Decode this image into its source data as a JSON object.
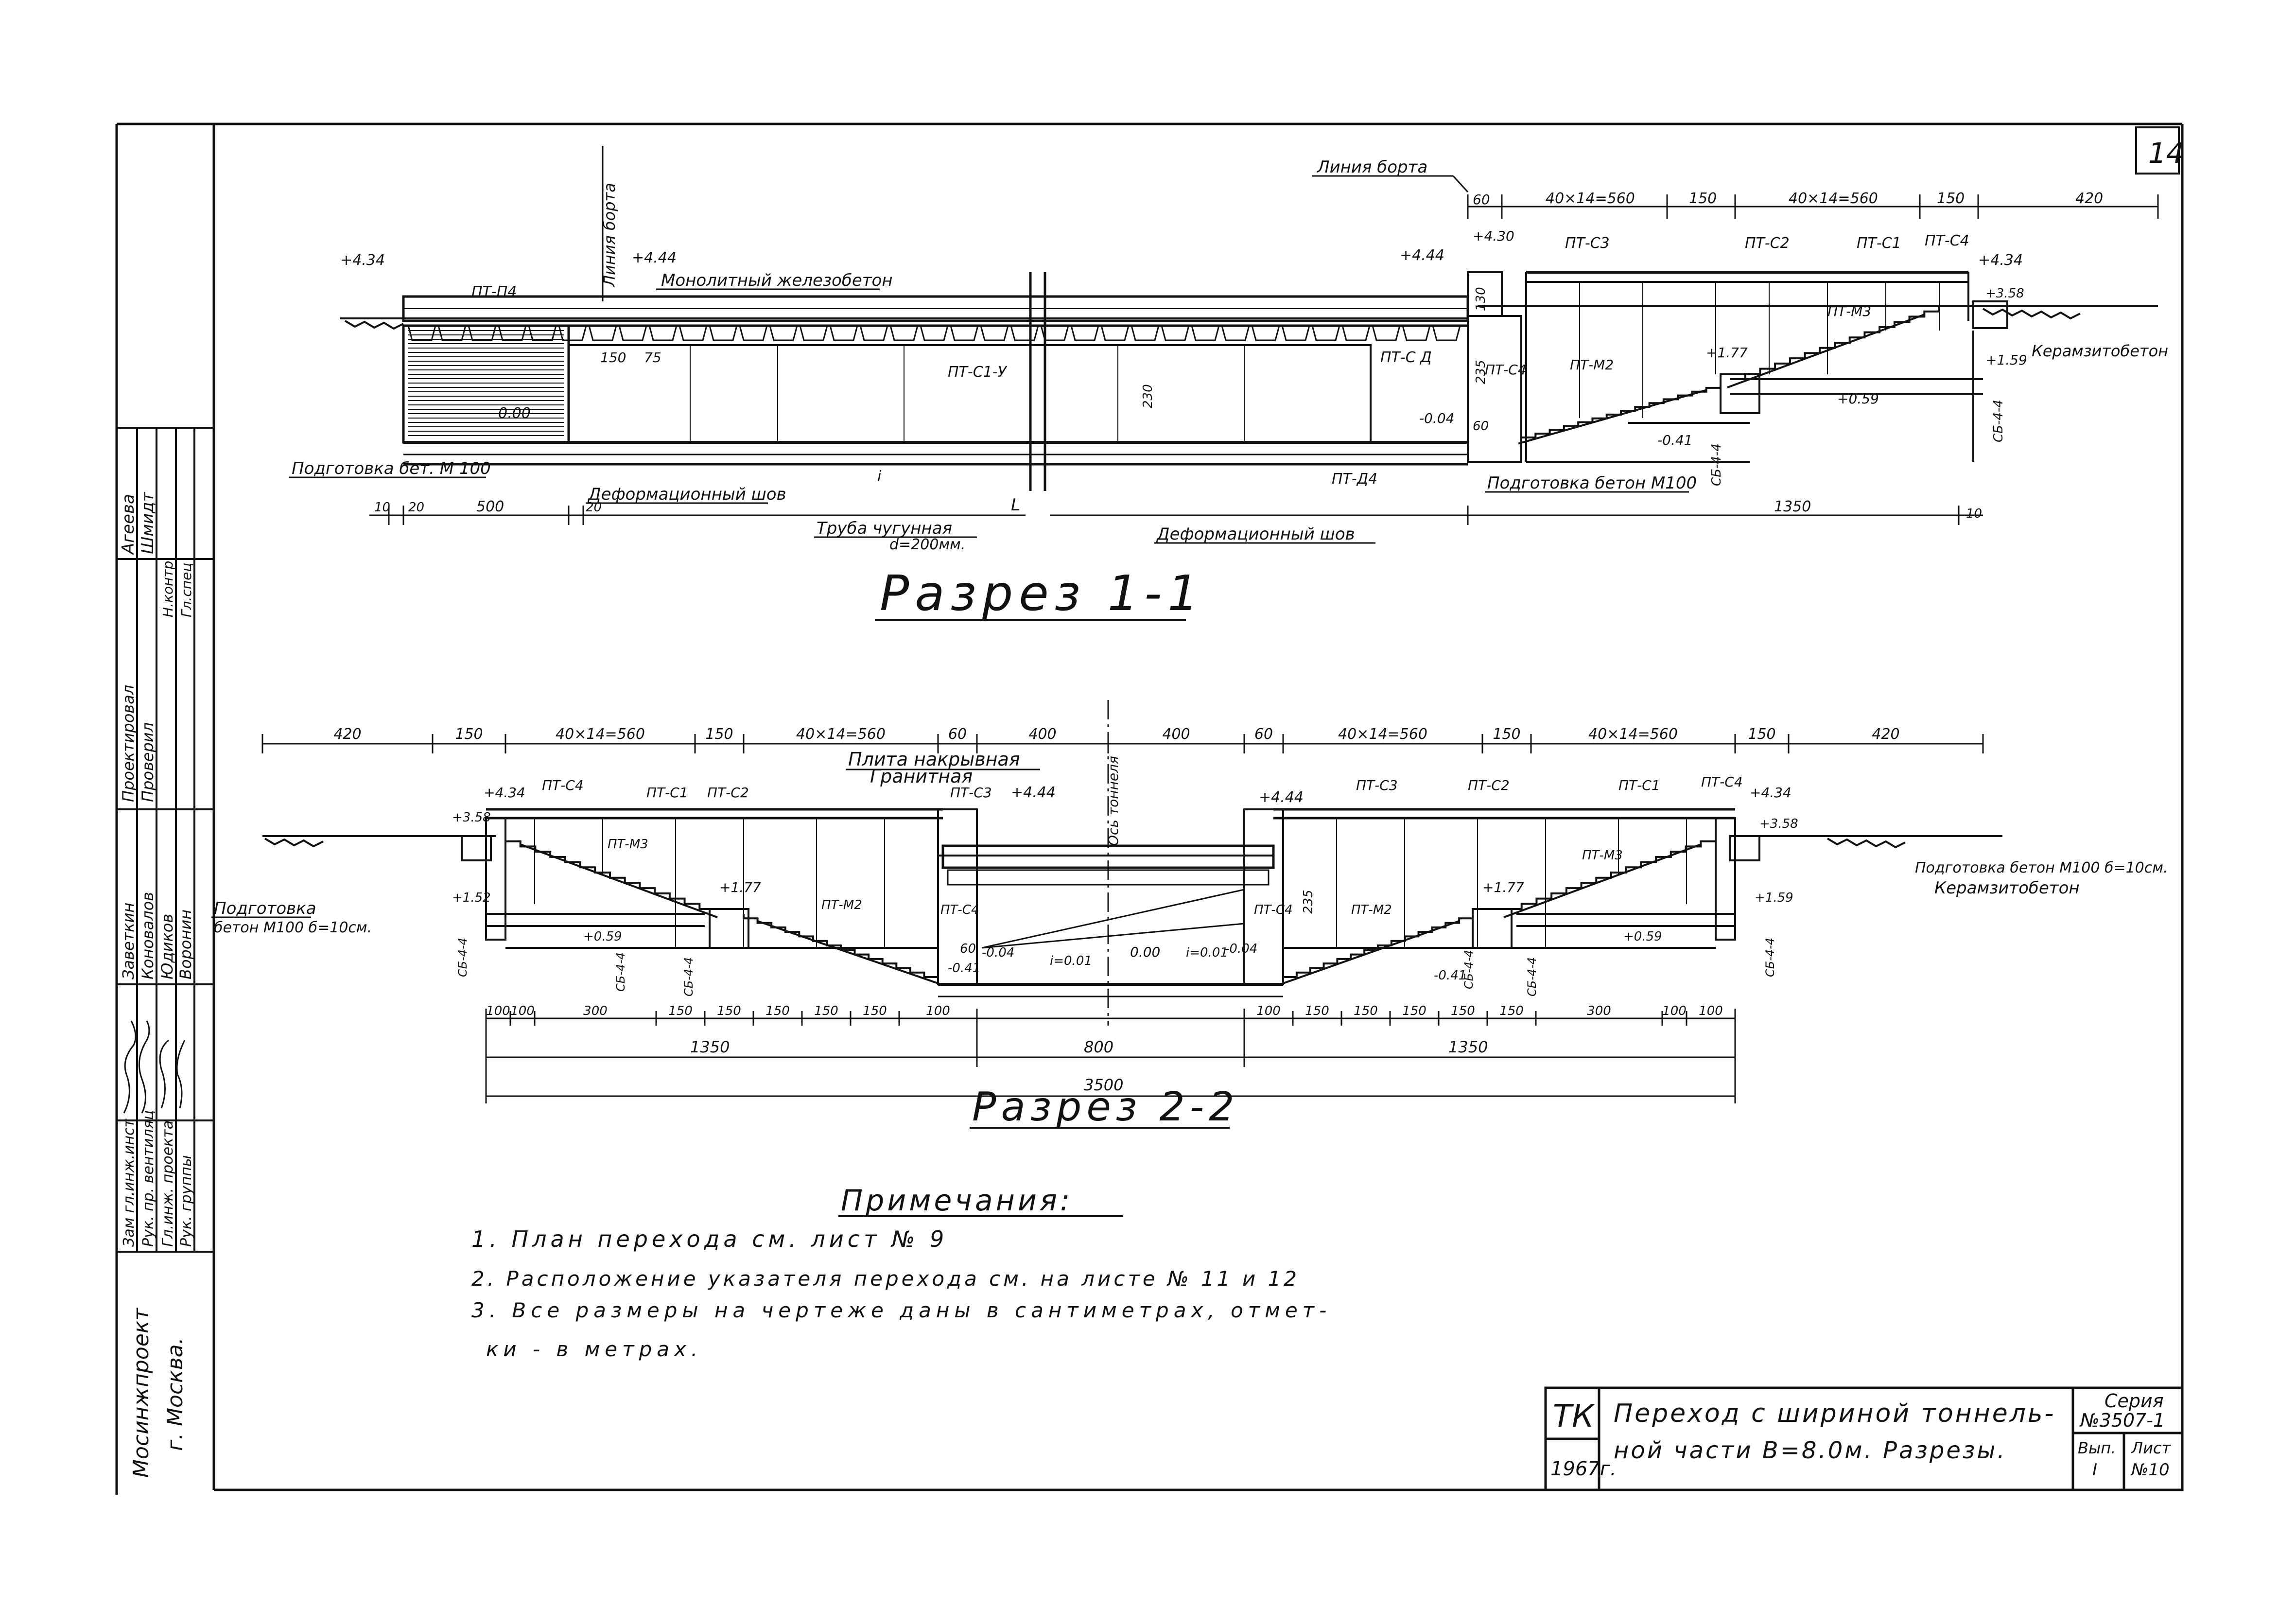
{
  "sheet_number": "14",
  "section_1": {
    "title": "Разрез 1-1",
    "labels": {
      "liniya_borta": "Линия борта",
      "liniya_borta_v": "Линия борта",
      "monolit": "Монолитный железобетон",
      "podgotovka_left": "Подготовка бет. М 100",
      "podgotovka_right": "Подготовка бетон М100",
      "def_shov_1": "Деформационный шов",
      "def_shov_2": "Деформационный шов",
      "truba": "Труба чугунная",
      "truba_d": "d=200мм.",
      "keramzit": "Керамзитобетон",
      "el_434": "+4.34",
      "el_444": "+4.44",
      "el_430": "+4.30",
      "el_444b": "+4.44",
      "el_434b": "+4.34",
      "el_000": "0.00",
      "el_004": "-0.04",
      "el_041": "-0.41",
      "el_177": "+1.77",
      "el_059": "+0.59",
      "el_159": "+1.59",
      "el_358": "+3.58",
      "pt_p4": "ПТ-П4",
      "pt_c1u": "ПТ-С1-У",
      "pt_cd": "ПТ-С Д",
      "pt_c4": "ПТ-С4",
      "pt_c3": "ПТ-С3",
      "pt_c2": "ПТ-С2",
      "pt_c1": "ПТ-С1",
      "pt_c4b": "ПТ-С4",
      "pt_m3": "ПТ-М3",
      "pt_m2": "ПТ-М2",
      "pt_d4": "ПТ-Д4",
      "sb_44": "СБ-4-4",
      "sb_44b": "СБ-4-4",
      "dim_150": "150",
      "dim_75": "75",
      "dim_230": "230",
      "dim_235": "235",
      "dim_130": "130",
      "dim_60": "60",
      "dim_60b": "60",
      "dim_top_1": "40×14=560",
      "dim_top_2": "150",
      "dim_top_3": "40×14=560",
      "dim_top_4": "150",
      "dim_top_5": "420",
      "dim_bot_10": "10",
      "dim_bot_20": "20",
      "dim_bot_500": "500",
      "dim_bot_20b": "20",
      "dim_bot_L": "L",
      "dim_bot_1350": "1350",
      "dim_bot_10b": "10",
      "slope_i": "i"
    }
  },
  "section_2": {
    "title": "Разрез 2-2",
    "labels": {
      "plita": "Плита накрывная",
      "granit": "Гранитная",
      "truba_v": "Ось тоннеля",
      "podgotovka": "Подготовка",
      "podgotovka_2": "бетон М100 б=10см.",
      "podgotovka_r": "Подготовка бетон М100 б=10см.",
      "keramzit": "Керамзитобетон",
      "el_434l": "+4.34",
      "el_358l": "+3.58",
      "el_444c": "+4.44",
      "el_444d": "+4.44",
      "el_434r": "+4.34",
      "el_358r": "+3.58",
      "el_152": "+1.52",
      "el_177l": "+1.77",
      "el_059l": "+0.59",
      "el_041l": "-0.41",
      "el_004l": "-0.04",
      "el_001l": "i=0.01",
      "el_000": "0.00",
      "el_001r": "i=0.01",
      "el_004r": "-0.04",
      "el_177r": "+1.77",
      "el_059r": "+0.59",
      "el_159r": "+1.59",
      "el_041r": "-0.41",
      "pt_c4l": "ПТ-С4",
      "pt_c1l": "ПТ-С1",
      "pt_c2l": "ПТ-С2",
      "pt_c3l": "ПТ-С3",
      "pt_m3l": "ПТ-М3",
      "pt_m2l": "ПТ-М2",
      "pt_cdl": "ПТ-С4",
      "pt_cdr": "ПТ-С4",
      "pt_c3r": "ПТ-С3",
      "pt_c2r": "ПТ-С2",
      "pt_c1r": "ПТ-С1",
      "pt_c4r": "ПТ-С4",
      "pt_m3r": "ПТ-М3",
      "pt_m2r": "ПТ-М2",
      "sb_l1": "СБ-4-4",
      "sb_l2": "СБ-4-4",
      "sb_l3": "СБ-4-4",
      "sb_r1": "СБ-4-4",
      "sb_r2": "СБ-4-4",
      "sb_r3": "СБ-4-4",
      "dim_top": [
        "420",
        "150",
        "40×14=560",
        "150",
        "40×14=560",
        "60",
        "400",
        "400",
        "60",
        "40×14=560",
        "150",
        "40×14=560",
        "150",
        "420"
      ],
      "dim_bot_l": [
        "100",
        "100",
        "300",
        "150",
        "150",
        "150",
        "150",
        "150",
        "100"
      ],
      "dim_bot_r": [
        "100",
        "150",
        "150",
        "150",
        "150",
        "150",
        "300",
        "100",
        "100"
      ],
      "dim_1350l": "1350",
      "dim_800": "800",
      "dim_1350r": "1350",
      "dim_3500": "3500",
      "dim_235": "235",
      "dim_60": "60"
    }
  },
  "notes": {
    "title": "Примечания:",
    "items": [
      "1. План перехода см. лист № 9",
      "2. Расположение указателя перехода см. на листе № 11 и 12",
      "3. Все размеры на чертеже даны в сантиметрах, отмет-",
      "ки - в метрах."
    ]
  },
  "side_stamp": {
    "roles": [
      "Зам гл.инж.инст",
      "Рук. пр. вентиляц",
      "Гл.инж. проекта",
      "Рук. группы"
    ],
    "names": [
      "Заветкин",
      "Коновалов",
      "Юдиков",
      "Воронин"
    ],
    "col2": [
      "Проектировал",
      "Проверил"
    ],
    "col2_names": [
      "Агеева",
      "Шмидт"
    ],
    "col3": [
      "Н.контр.",
      "Гл.спец"
    ],
    "org": "Мосинжпроект",
    "city": "г. Москва."
  },
  "title_block": {
    "code": "ТК",
    "year": "1967г.",
    "title_line1": "Переход с шириной тоннель-",
    "title_line2": "ной части В=8.0м. Разрезы.",
    "series_label": "Серия",
    "series_num": "№3507-1",
    "vyp_label": "Вып.",
    "vyp_num": "I",
    "sheet_label": "Лист",
    "sheet_num": "№10"
  }
}
